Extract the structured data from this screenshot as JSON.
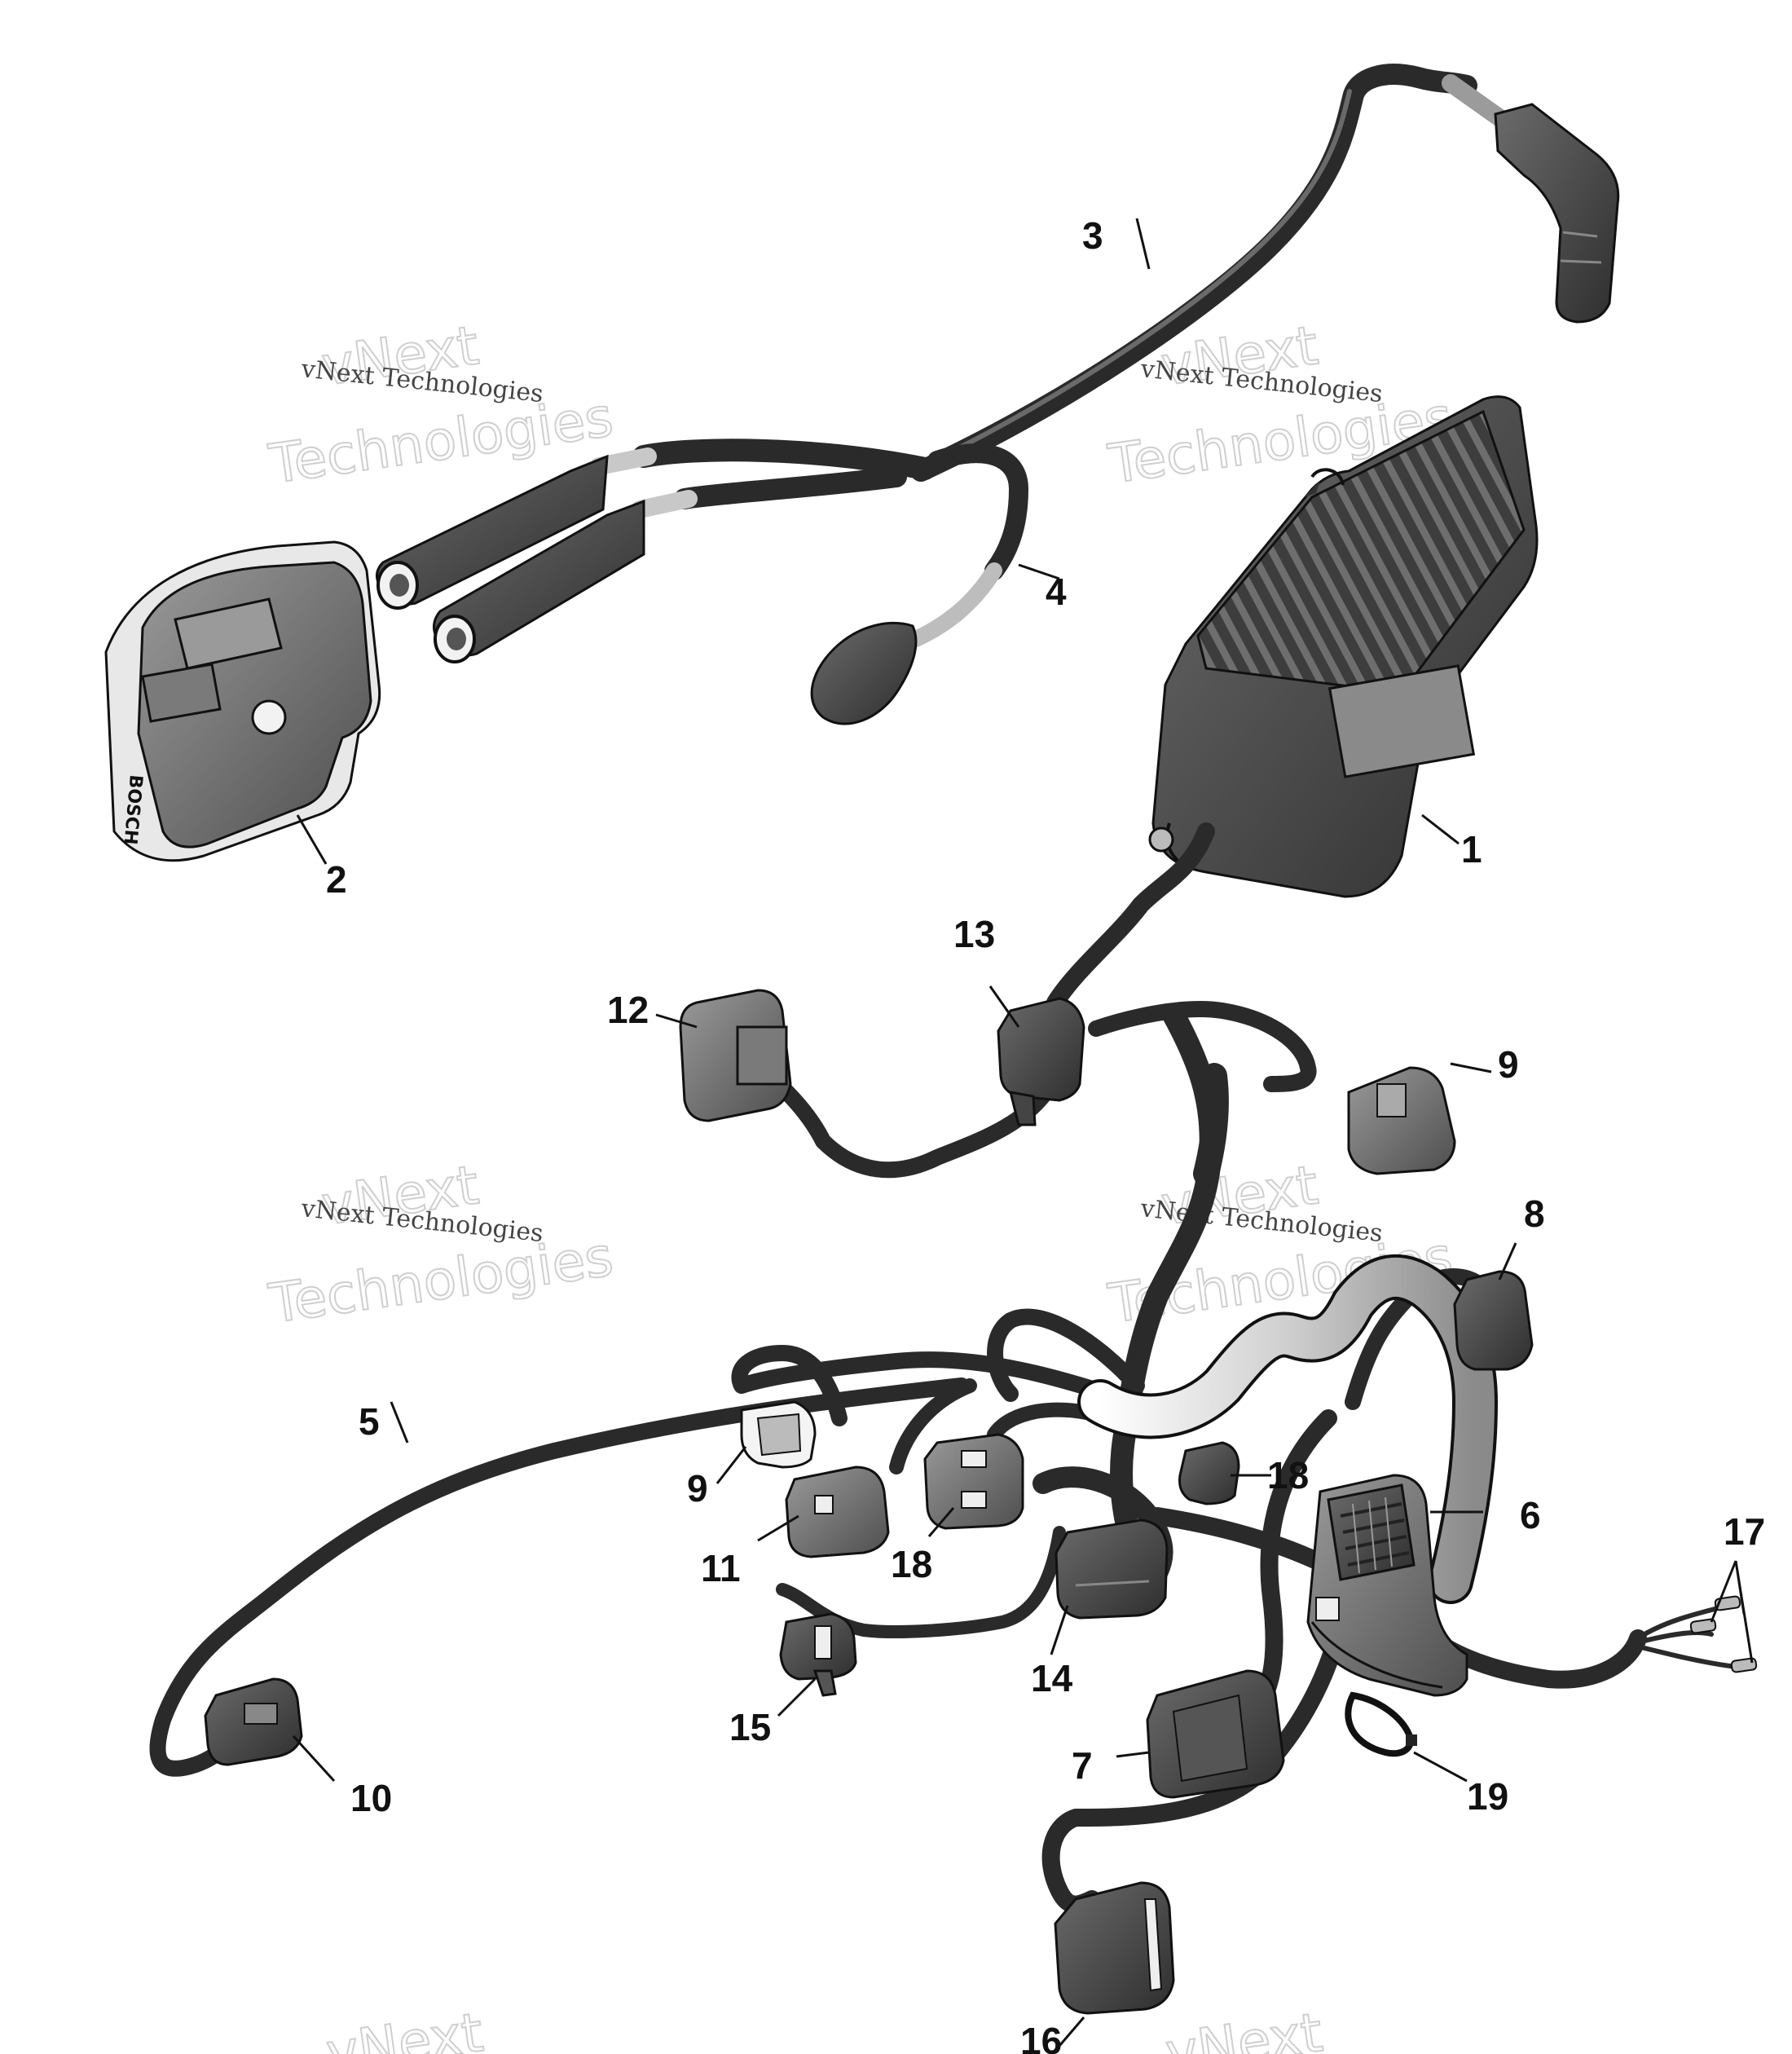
{
  "callouts": {
    "c1": "1",
    "c2": "2",
    "c3": "3",
    "c4": "4",
    "c5": "5",
    "c6": "6",
    "c7": "7",
    "c8": "8",
    "c9a": "9",
    "c9b": "9",
    "c10": "10",
    "c11": "11",
    "c12": "12",
    "c13": "13",
    "c14": "14",
    "c15": "15",
    "c16": "16",
    "c17": "17",
    "c18a": "18",
    "c18b": "18",
    "c19": "19"
  },
  "watermark": {
    "line_small": "vNext Technologies",
    "line_big_1": "vNext",
    "line_big_2": "Technologies"
  },
  "ignition_coil": {
    "brand": "BOSCH"
  },
  "colors": {
    "ink": "#111111",
    "part_dark": "#3a3a3a",
    "part_mid": "#6b6b6b",
    "part_light": "#bdbdbd",
    "watermark": "#cfcfcf"
  }
}
